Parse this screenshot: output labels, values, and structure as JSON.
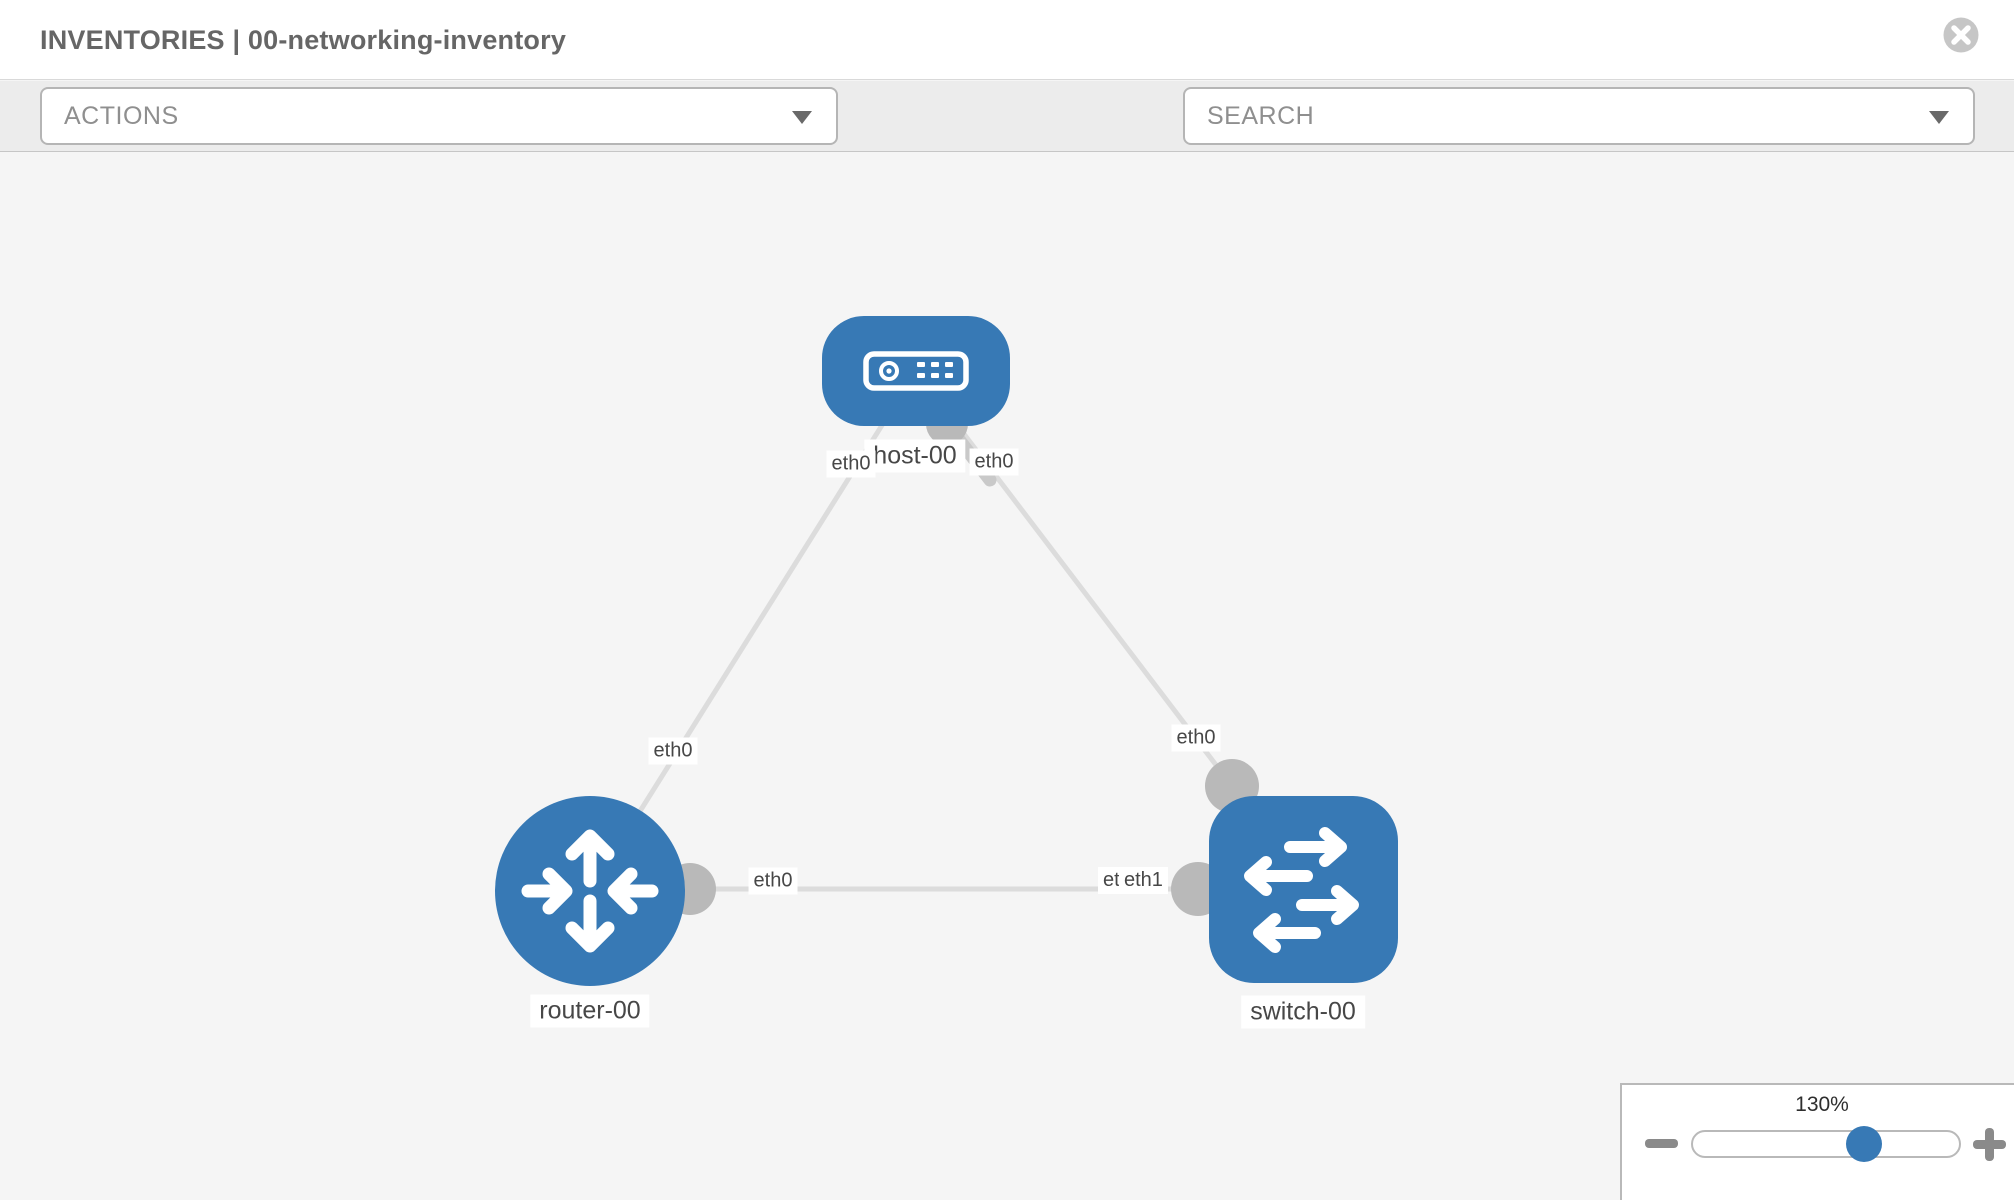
{
  "header": {
    "title": "INVENTORIES | 00-networking-inventory",
    "close_icon": "circle-x-icon"
  },
  "toolbar": {
    "actions_dropdown": {
      "placeholder": "ACTIONS"
    },
    "search_dropdown": {
      "placeholder": "SEARCH"
    },
    "tool_icons": [
      "wrench-icon",
      "key-icon"
    ]
  },
  "topology": {
    "nodes": [
      {
        "label": "host-00",
        "type": "host",
        "shape": "rounded-rect",
        "icon": "server-icon"
      },
      {
        "label": "router-00",
        "type": "router",
        "shape": "circle",
        "icon": "router-arrows-icon"
      },
      {
        "label": "switch-00",
        "type": "switch",
        "shape": "rounded-square",
        "icon": "switch-arrows-icon"
      }
    ],
    "links": [
      {
        "source": "router-00",
        "target": "host-00",
        "source_interface": "eth0",
        "target_interface": "eth0"
      },
      {
        "source": "host-00",
        "target": "switch-00",
        "source_interface": "eth0",
        "target_interface": "eth0"
      },
      {
        "source": "router-00",
        "target": "switch-00",
        "source_interface": "eth0",
        "target_interface": "eth1"
      }
    ],
    "interface_chips": [
      {
        "position": "host-left",
        "label": "eth0"
      },
      {
        "position": "host-right",
        "label": "eth0"
      },
      {
        "position": "router-link-mid",
        "label": "eth0"
      },
      {
        "position": "switch-top-link",
        "label": "eth0"
      },
      {
        "position": "router-right",
        "label": "eth0"
      },
      {
        "position": "switch-left-rear",
        "label": "eth0"
      },
      {
        "position": "switch-left-front",
        "label": "eth1"
      }
    ],
    "colors": {
      "node_fill": "#3779b5",
      "link_stroke": "#dcdcdc",
      "endpoint_fill": "#b9b9b9"
    }
  },
  "zoom_control": {
    "value": "130%",
    "percent": 130,
    "minus_icon": "zoom-out-icon",
    "plus_icon": "zoom-in-icon"
  }
}
